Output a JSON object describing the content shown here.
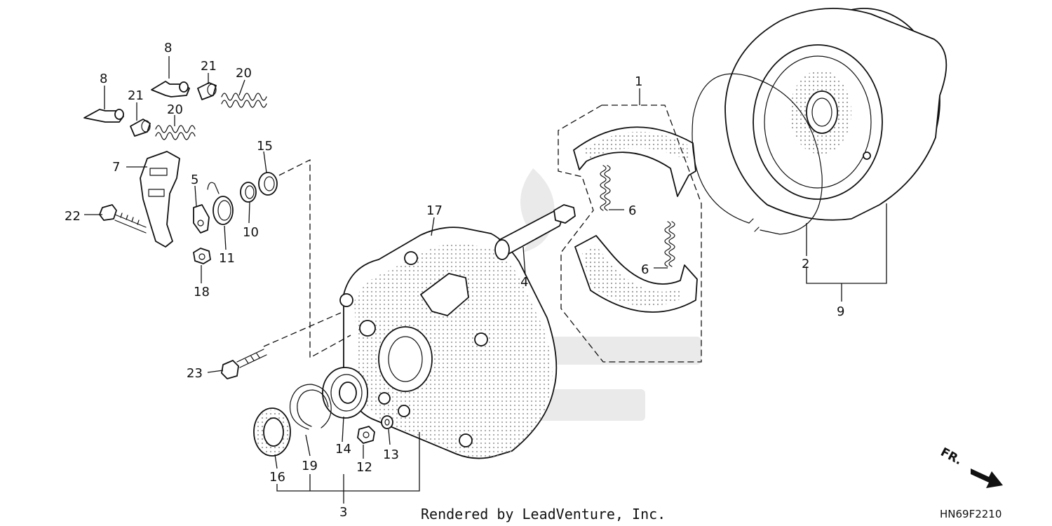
{
  "diagram": {
    "callouts": {
      "c1": "1",
      "c2": "2",
      "c3": "3",
      "c4": "4",
      "c5": "5",
      "c6a": "6",
      "c6b": "6",
      "c7": "7",
      "c8a": "8",
      "c8b": "8",
      "c9": "9",
      "c10": "10",
      "c11": "11",
      "c12": "12",
      "c13": "13",
      "c14": "14",
      "c15": "15",
      "c16": "16",
      "c17": "17",
      "c18": "18",
      "c19": "19",
      "c20a": "20",
      "c20b": "20",
      "c21a": "21",
      "c21b": "21",
      "c22": "22",
      "c23": "23"
    },
    "direction_label": "FR.",
    "credit": "Rendered by LeadVenture, Inc.",
    "code": "HN69F2210"
  }
}
